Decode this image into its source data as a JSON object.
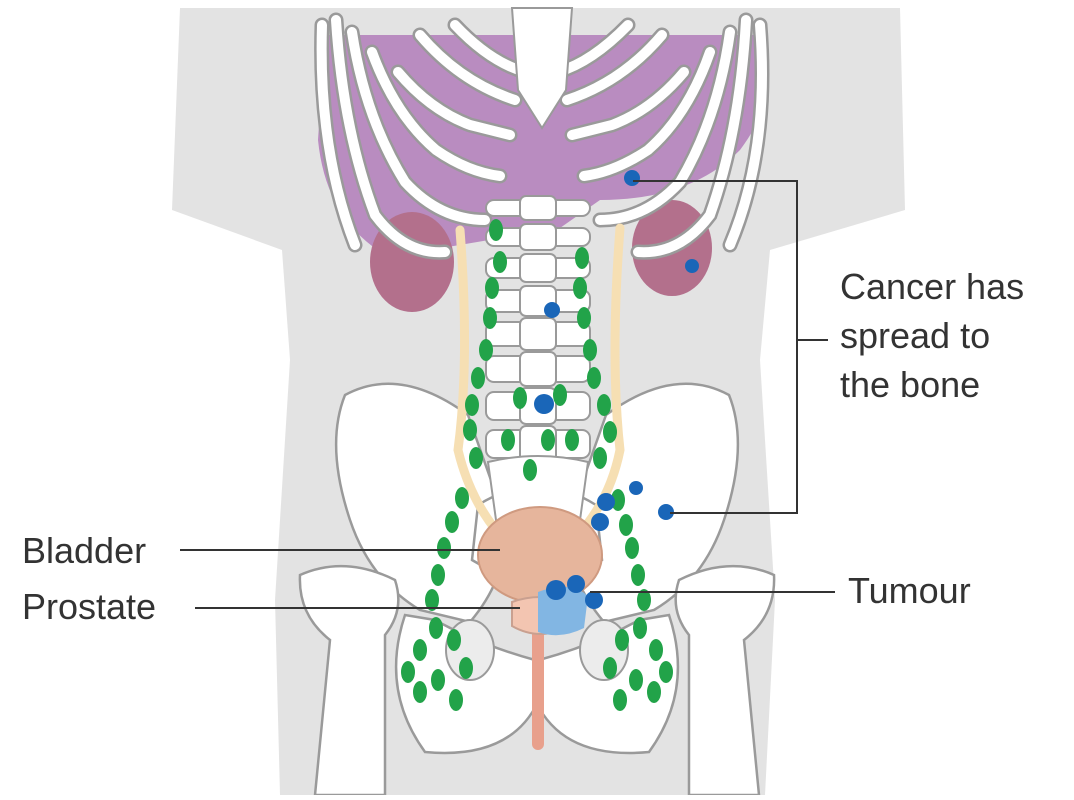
{
  "labels": {
    "bone_line1": "Cancer has",
    "bone_line2": "spread to",
    "bone_line3": "the bone",
    "bladder": "Bladder",
    "prostate": "Prostate",
    "tumour": "Tumour"
  },
  "colors": {
    "body": "#e3e3e3",
    "bone": "#ffffff",
    "bone_outline": "#9a9a9a",
    "liver": "#b98cc0",
    "kidney": "#b3708c",
    "ureter": "#f6dfb3",
    "bladder": "#e6b59c",
    "prostate": "#f3c5b1",
    "tumour": "#82b6e3",
    "lymph_node": "#22a349",
    "metastasis": "#1a66b8",
    "leader_line": "#333333"
  }
}
